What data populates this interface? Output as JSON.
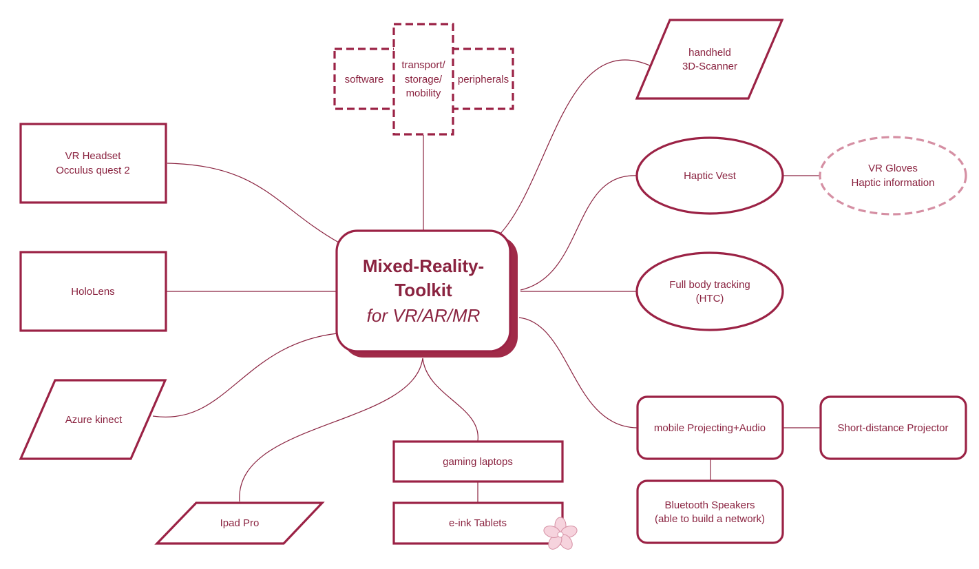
{
  "colors": {
    "primary": "#9b2245",
    "text": "#8a2340",
    "light": "#d58fa3",
    "shadow": "#a02a48"
  },
  "center": {
    "line1": "Mixed-Reality-",
    "line2": "Toolkit",
    "line3": "for VR/AR/MR"
  },
  "nodes": {
    "software": "software",
    "transport": {
      "l1": "transport/",
      "l2": "storage/",
      "l3": "mobility"
    },
    "peripherals": "peripherals",
    "vr_headset": {
      "l1": "VR Headset",
      "l2": "Occulus quest 2"
    },
    "hololens": "HoloLens",
    "azure": "Azure kinect",
    "ipad": "Ipad Pro",
    "gaming_laptops": "gaming laptops",
    "eink": "e-ink Tablets",
    "scanner": {
      "l1": "handheld",
      "l2": "3D-Scanner"
    },
    "haptic_vest": "Haptic Vest",
    "vr_gloves": {
      "l1": "VR Gloves",
      "l2": "Haptic information"
    },
    "full_body": {
      "l1": "Full body tracking",
      "l2": "(HTC)"
    },
    "mobile_proj": "mobile Projecting+Audio",
    "short_proj": "Short-distance Projector",
    "bt_speakers": {
      "l1": "Bluetooth Speakers",
      "l2": "(able to build a network)"
    }
  },
  "icons": {
    "decoration": "cherry-blossom-icon"
  }
}
